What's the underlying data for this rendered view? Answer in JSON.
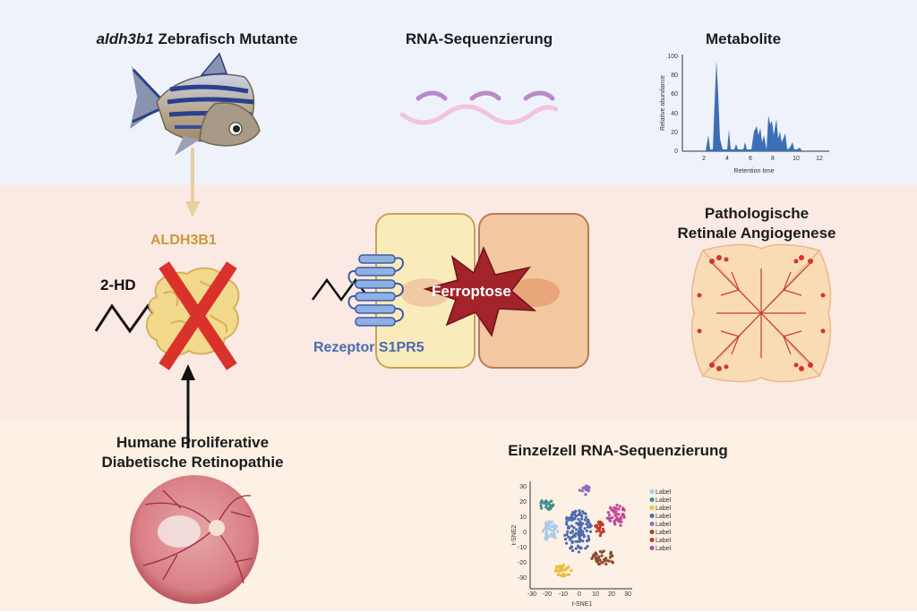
{
  "top": {
    "zebrafish_gene": "aldh3b1",
    "zebrafish_rest": " Zebrafisch Mutante",
    "rna_title": "RNA-Sequenzierung",
    "metabolite_title": "Metabolite",
    "metabolite_chart": {
      "xlabel": "Retention time",
      "ylabel": "Relative abundance",
      "x_ticks": [
        "2",
        "4",
        "6",
        "8",
        "10",
        "12"
      ],
      "y_ticks": [
        "0",
        "20",
        "40",
        "60",
        "80",
        "100"
      ]
    }
  },
  "middle": {
    "enzyme_label": "ALDH3B1",
    "substrate_label": "2-HD",
    "receptor_label": "Rezeptor S1PR5",
    "ferroptosis_label": "Ferroptose",
    "angio_title_line1": "Pathologische",
    "angio_title_line2": "Retinale Angiogenese"
  },
  "bottom": {
    "human_title_line1": "Humane Proliferative",
    "human_title_line2": "Diabetische Retinopathie",
    "scrna_title": "Einzelzell RNA-Sequenzierung",
    "tsne": {
      "xlabel": "t-SNE1",
      "ylabel": "t-SNE2",
      "x_ticks": [
        "-30",
        "-20",
        "-10",
        "0",
        "10",
        "20",
        "30"
      ],
      "y_ticks": [
        "30",
        "20",
        "10",
        "0",
        "-10",
        "-20",
        "-30"
      ],
      "legend": [
        "Label",
        "Label",
        "Label",
        "Label",
        "Label",
        "Label",
        "Label",
        "Label"
      ],
      "colors": [
        "#a8cbe8",
        "#3c8f8a",
        "#e7c13a",
        "#4a6bb0",
        "#8e6bbf",
        "#8a4a2f",
        "#c0392b",
        "#c2439a"
      ]
    }
  },
  "colors": {
    "band_top": "#eef3fb",
    "band_middle": "#fbe9e3",
    "band_bottom": "#fdf0e4",
    "enzyme": "#b58a3a",
    "receptor": "#4a6bb0",
    "cross": "#d9322b",
    "ferroptosis": "#a3232a"
  }
}
